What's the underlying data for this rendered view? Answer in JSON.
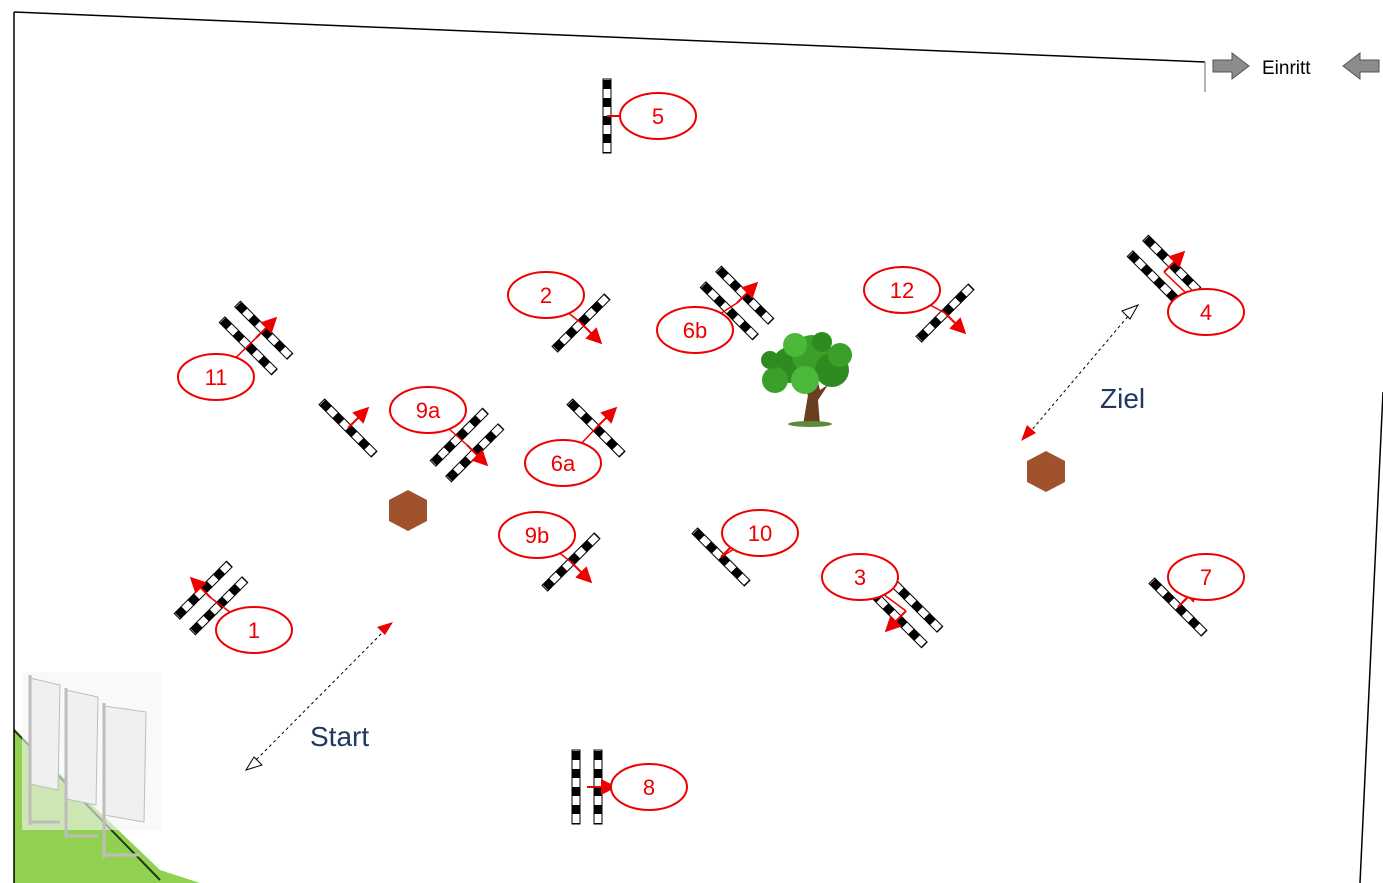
{
  "entrance": {
    "label": "Einritt",
    "icon_left": "arrow-right-icon",
    "icon_right": "arrow-left-icon"
  },
  "labels": {
    "start": "Start",
    "finish": "Ziel"
  },
  "colors": {
    "marker": "#ee0000",
    "label_text": "#1f3864",
    "marker_fill": "#a0522d",
    "grass": "#92d050",
    "pole_dark": "#000000",
    "pole_light": "#ffffff"
  },
  "obstacles": [
    {
      "id": "1",
      "label": "1",
      "kind": "oxer"
    },
    {
      "id": "2",
      "label": "2",
      "kind": "vertical"
    },
    {
      "id": "3",
      "label": "3",
      "kind": "oxer"
    },
    {
      "id": "4",
      "label": "4",
      "kind": "oxer"
    },
    {
      "id": "5",
      "label": "5",
      "kind": "vertical"
    },
    {
      "id": "6a",
      "label": "6a",
      "kind": "vertical"
    },
    {
      "id": "6b",
      "label": "6b",
      "kind": "oxer"
    },
    {
      "id": "7",
      "label": "7",
      "kind": "vertical"
    },
    {
      "id": "8",
      "label": "8",
      "kind": "oxer"
    },
    {
      "id": "9a",
      "label": "9a",
      "kind": "oxer"
    },
    {
      "id": "9b",
      "label": "9b",
      "kind": "vertical"
    },
    {
      "id": "10",
      "label": "10",
      "kind": "vertical"
    },
    {
      "id": "11",
      "label": "11",
      "kind": "oxer"
    },
    {
      "id": "12",
      "label": "12",
      "kind": "vertical"
    },
    {
      "id": "extra",
      "label": "",
      "kind": "vertical"
    }
  ],
  "decorations": [
    "tree-icon",
    "flags-icon",
    "hexagon-marker"
  ]
}
